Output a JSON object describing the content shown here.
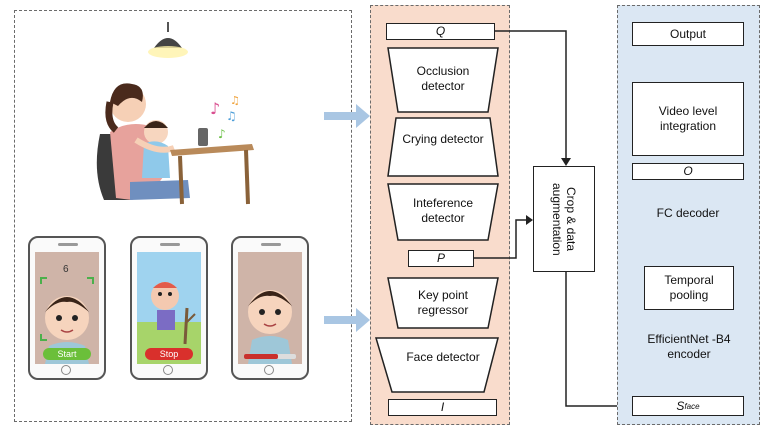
{
  "left_panel": {
    "buttons": {
      "start": "Start",
      "stop": "Stop"
    },
    "phone_number": "6"
  },
  "middle_panel": {
    "q": "Q",
    "occlusion": "Occlusion detector",
    "crying": "Crying detector",
    "interference": "Inteference detector",
    "p": "P",
    "keypoint": "Key point regressor",
    "face": "Face detector",
    "i": "I"
  },
  "crop": "Crop & data augmentation",
  "right_panel": {
    "output": "Output",
    "video": "Video level integration",
    "o": "O",
    "fc": "FC decoder",
    "temporal": "Temporal pooling",
    "efficientnet": "EfficientNet -B4 encoder",
    "s_base": "S",
    "s_sub": "face"
  },
  "colors": {
    "mid_bg": "#f9dccc",
    "right_bg": "#dbe7f3",
    "start_btn": "#6bbf3a",
    "stop_btn": "#d9302c",
    "arrow_blue": "#a9c6e3"
  }
}
